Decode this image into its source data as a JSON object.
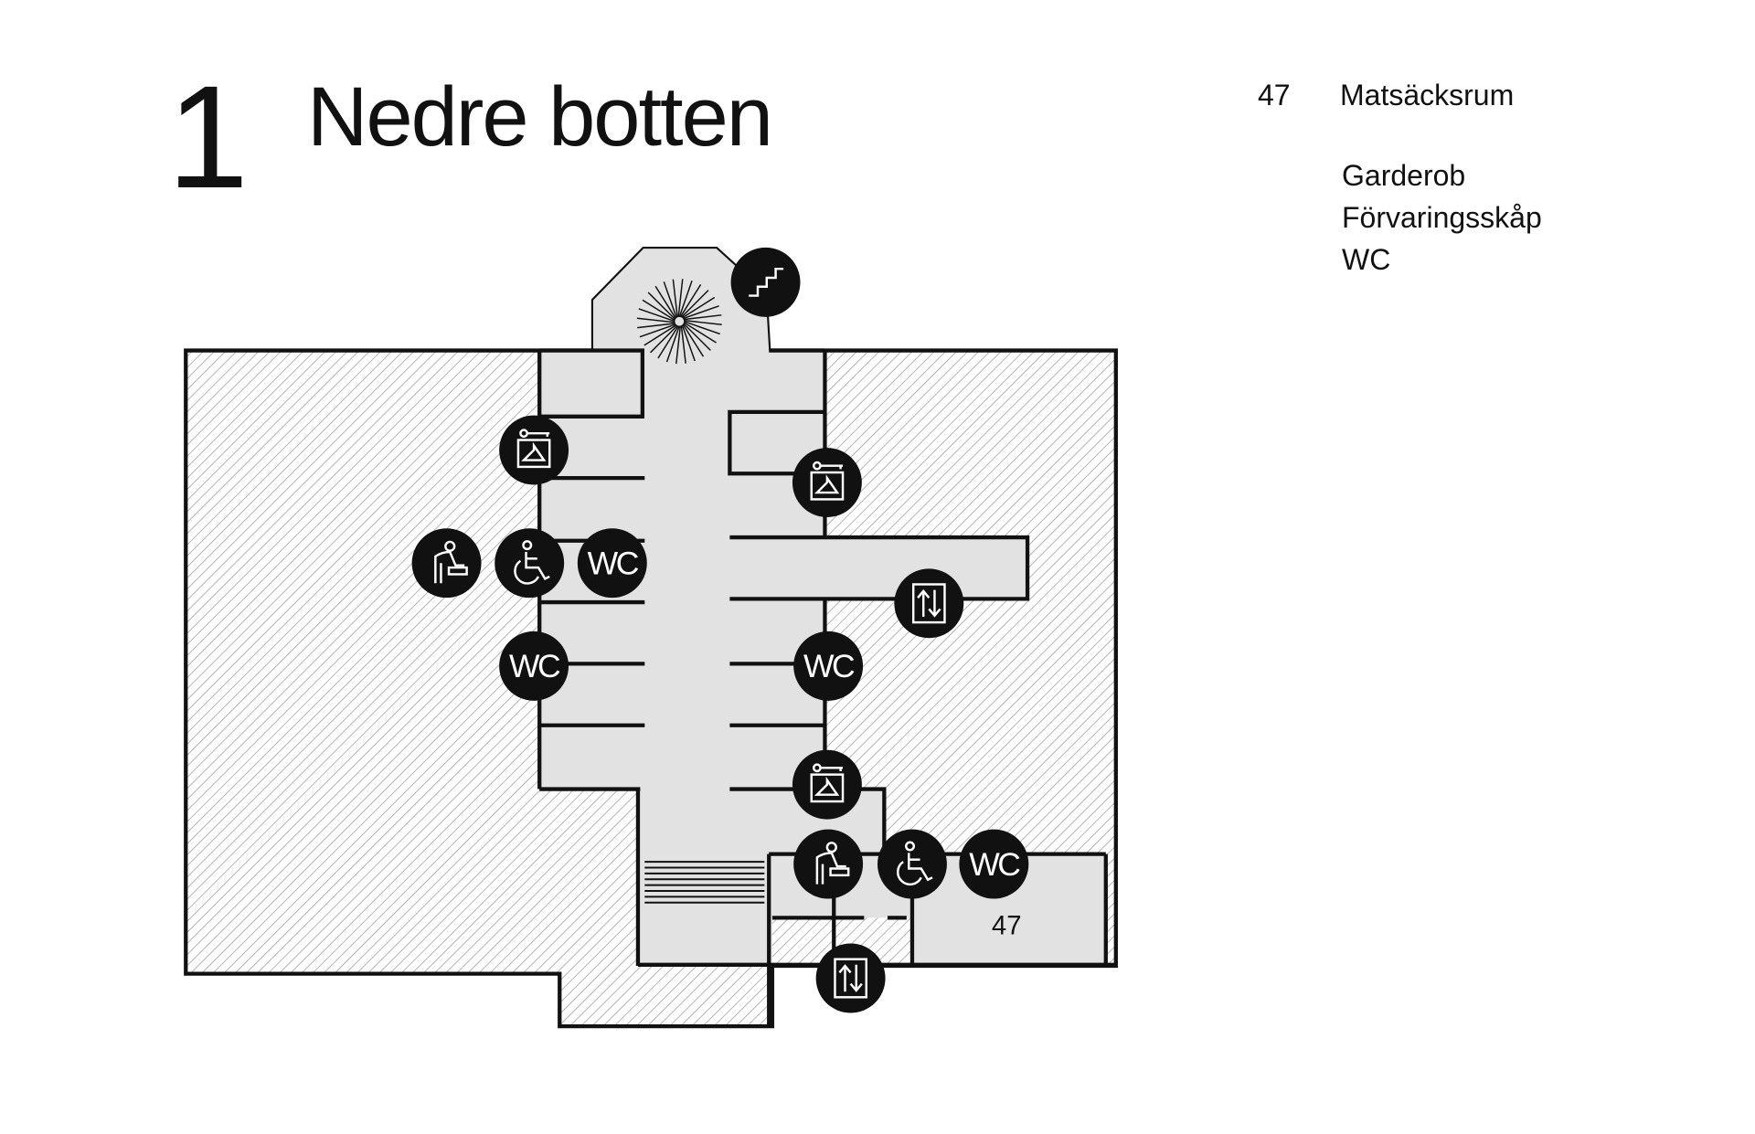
{
  "header": {
    "floor_number": "1",
    "floor_name": "Nedre botten"
  },
  "legend": {
    "rooms": [
      {
        "number": "47",
        "name": "Matsäcksrum"
      }
    ],
    "facilities": [
      "Garderob",
      "Förvaringsskåp",
      "WC"
    ]
  },
  "map": {
    "room_label": "47",
    "wc_label": "WC",
    "colors": {
      "wall": "#111111",
      "floor": "#e2e2e2",
      "hatch": "#9a9a9a",
      "icon_bg": "#111111",
      "icon_fg": "#ffffff"
    },
    "icons": [
      "stairs-icon",
      "wardrobe-locker-icon",
      "baby-changing-icon",
      "wheelchair-icon",
      "wc-icon",
      "elevator-icon"
    ]
  }
}
